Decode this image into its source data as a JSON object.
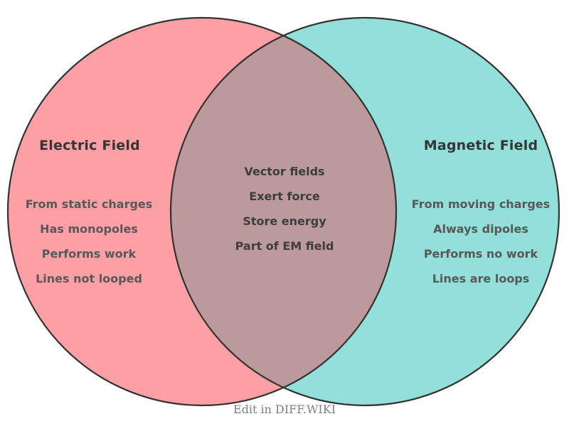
{
  "diagram": {
    "type": "venn-2-set",
    "background_color": "#ffffff",
    "stroke_color": "#333333",
    "left_set": {
      "title": "Electric Field",
      "fill_color": "#fca0a5",
      "items": [
        "From static charges",
        "Has monopoles",
        "Performs work",
        "Lines not looped"
      ]
    },
    "right_set": {
      "title": "Magnetic Field",
      "fill_color": "#93dfd9",
      "items": [
        "From moving charges",
        "Always dipoles",
        "Performs no work",
        "Lines are loops"
      ]
    },
    "intersection": {
      "fill_color": "#bc9a9b",
      "items": [
        "Vector fields",
        "Exert force",
        "Store energy",
        "Part of EM field"
      ]
    }
  },
  "footer": {
    "text": "Edit in DIFF.WIKI"
  }
}
